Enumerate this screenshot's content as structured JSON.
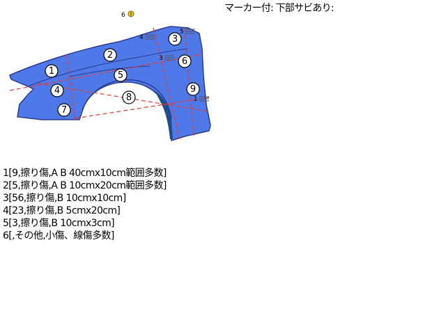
{
  "header": {
    "note": "マーカー付: 下部サビあり:"
  },
  "diagram": {
    "part_color": "#4f79e8",
    "outline_color": "#2a3a90",
    "grid_line_color": "#e8382f",
    "inner_panel_color": "#1f4d8c",
    "help_marker": {
      "number": "6",
      "icon": "question-icon"
    },
    "areas": [
      "1",
      "2",
      "3",
      "4",
      "5",
      "6",
      "7",
      "8",
      "9"
    ],
    "side_markers": [
      "4",
      "5",
      "3",
      "1"
    ]
  },
  "damage_list": [
    "1[9,擦り傷,A B 40cmx10cm範囲多数]",
    "2[5,擦り傷,A B 10cmx20cm範囲多数]",
    "3[56,擦り傷,B 10cmx10cm]",
    "4[23,擦り傷,B 5cmx20cm]",
    "5[3,擦り傷,B 10cmx3cm]",
    "6[,その他,小傷、線傷多数]"
  ]
}
